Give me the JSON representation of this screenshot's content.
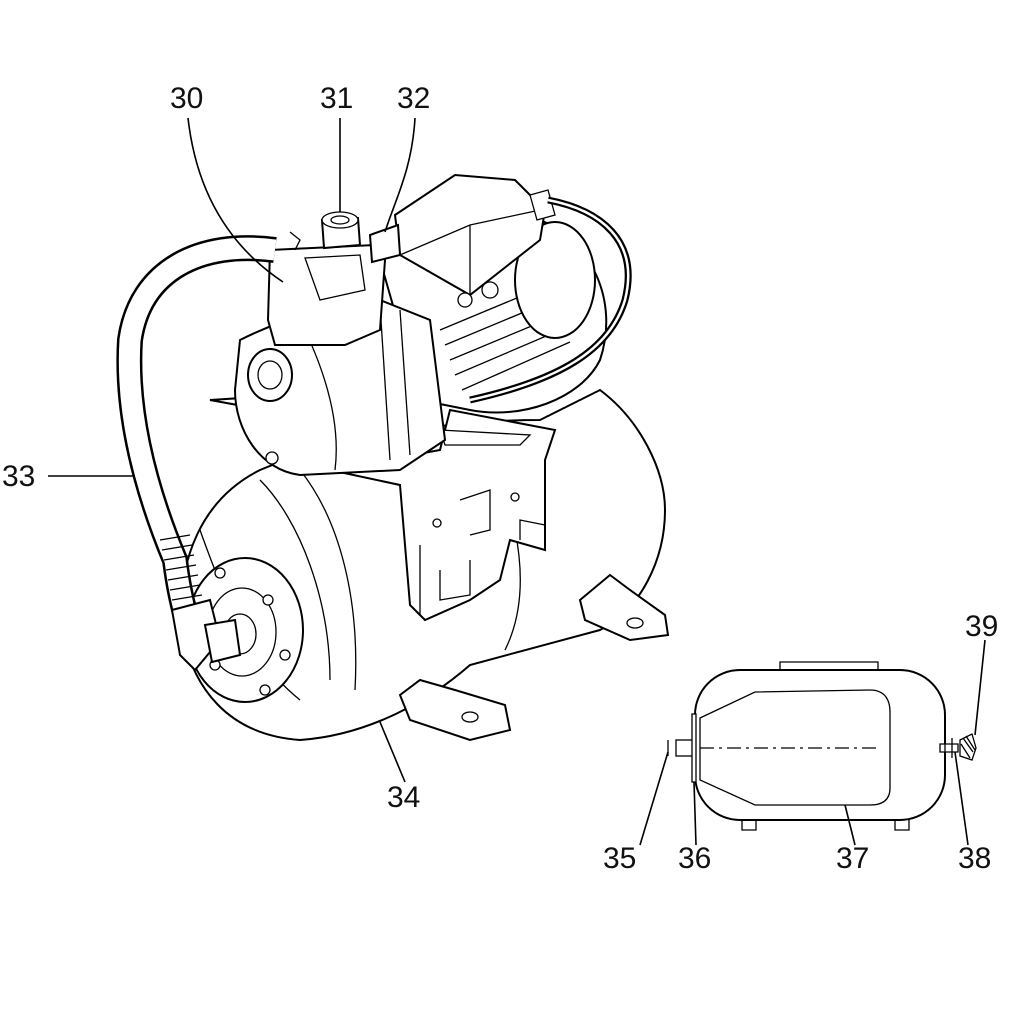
{
  "labels": {
    "l30": "30",
    "l31": "31",
    "l32": "32",
    "l33": "33",
    "l34": "34",
    "l35": "35",
    "l36": "36",
    "l37": "37",
    "l38": "38",
    "l39": "39"
  }
}
